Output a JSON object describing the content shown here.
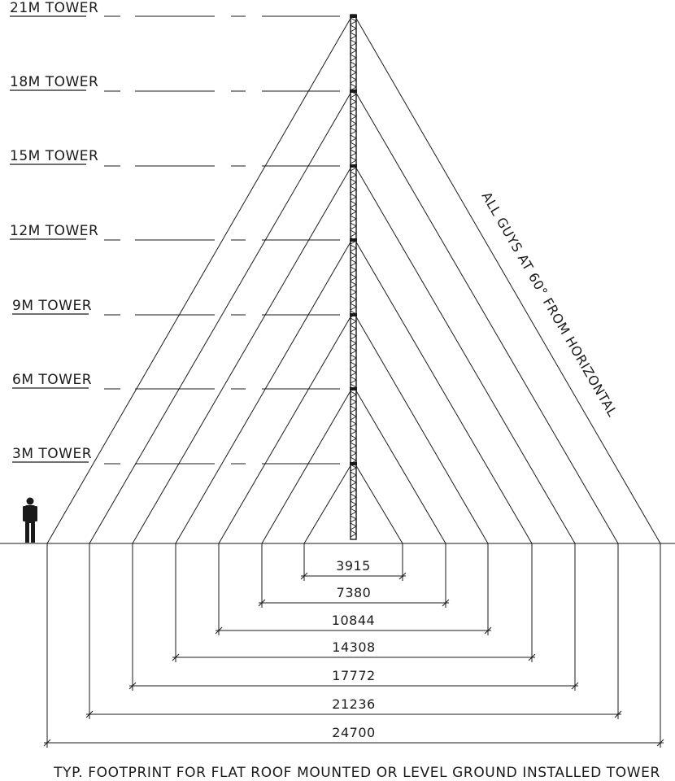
{
  "tower_labels": [
    {
      "height_m": 21,
      "text": "21M TOWER",
      "base_span_mm": 24700
    },
    {
      "height_m": 18,
      "text": "18M TOWER",
      "base_span_mm": 21236
    },
    {
      "height_m": 15,
      "text": "15M TOWER",
      "base_span_mm": 17772
    },
    {
      "height_m": 12,
      "text": "12M TOWER",
      "base_span_mm": 14308
    },
    {
      "height_m": 9,
      "text": "9M TOWER",
      "base_span_mm": 10844
    },
    {
      "height_m": 6,
      "text": "6M TOWER",
      "base_span_mm": 7380
    },
    {
      "height_m": 3,
      "text": "3M TOWER",
      "base_span_mm": 3915
    }
  ],
  "dimensions": [
    "3915",
    "7380",
    "10844",
    "14308",
    "17772",
    "21236",
    "24700"
  ],
  "guy_note": "ALL GUYS AT 60° FROM HORIZONTAL",
  "caption": "TYP. FOOTPRINT FOR FLAT ROOF MOUNTED OR LEVEL GROUND INSTALLED TOWER",
  "icons": {
    "scale_figure": "person-icon"
  }
}
